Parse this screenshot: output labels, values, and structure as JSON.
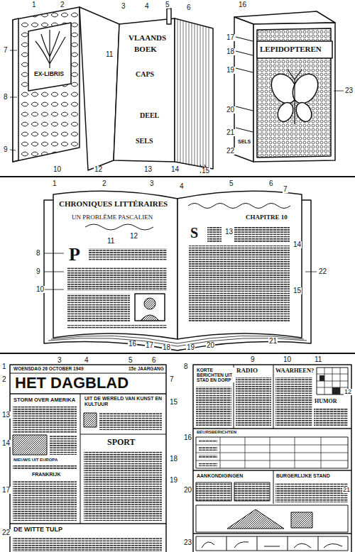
{
  "diagram": {
    "labels": [
      "1",
      "2",
      "3",
      "4",
      "5",
      "6",
      "7",
      "8",
      "9",
      "10",
      "11",
      "12",
      "13",
      "14",
      "15",
      "16",
      "17",
      "18",
      "19",
      "20",
      "21",
      "22",
      "23",
      "EX-LIBRIS",
      "VLAANDS",
      "BOEK",
      "CAPS",
      "DEEL",
      "SELS",
      "LEPIDOPTEREN",
      "SELS",
      "1",
      "2",
      "3",
      "4",
      "5",
      "6",
      "7",
      "8",
      "9",
      "10",
      "11",
      "12",
      "13",
      "14",
      "15",
      "16",
      "17",
      "18",
      "19",
      "20",
      "21",
      "22",
      "CHRONIQUES LITTÉRAIRES",
      "UN PROBLÈME PASCALIEN",
      "CHAPITRE 10",
      "P",
      "S",
      "1",
      "2",
      "3",
      "4",
      "5",
      "6",
      "7",
      "13",
      "14",
      "15",
      "17",
      "18",
      "19",
      "22",
      "8",
      "9",
      "10",
      "11",
      "12",
      "16",
      "20",
      "21",
      "23",
      "WOENSDAG 26 OCTOBER 1949",
      "15e JAARGANG",
      "HET DAGBLAD",
      "STORM OVER AMERIKA",
      "UIT DE WERELD VAN KUNST EN KULTUUR",
      "NIEUWS UIT EUROPA",
      "FRANKRIJK",
      "SPORT",
      "DE WITTE TULP",
      "KORTE BERICHTEN UIT STAD EN DORP",
      "RADIO",
      "WAARHEEN?",
      "HUMOR",
      "BEURSBERICHTEN",
      "AANKONDIGINGEN",
      "BURGERLIJKE STAND"
    ]
  }
}
